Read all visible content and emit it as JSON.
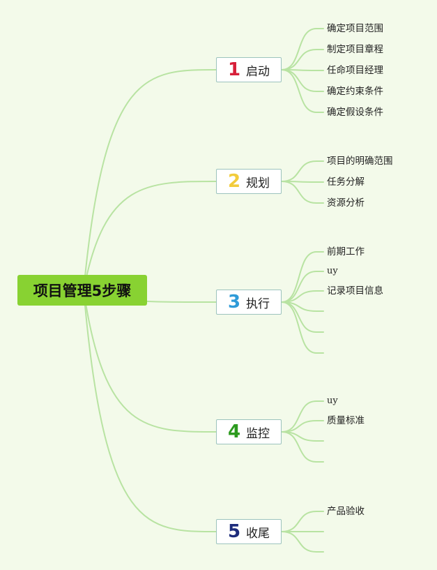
{
  "root": {
    "title": "项目管理5步骤"
  },
  "steps": [
    {
      "num": "1",
      "label": "启动",
      "color": "#d7203a",
      "children": [
        "确定项目范围",
        "制定项目章程",
        "任命项目经理",
        "确定约束条件",
        "确定假设条件"
      ]
    },
    {
      "num": "2",
      "label": "规划",
      "color": "#f2cc3c",
      "children": [
        "项目的明确范围",
        "任务分解",
        "资源分析"
      ]
    },
    {
      "num": "3",
      "label": "执行",
      "color": "#2f9bd8",
      "children": [
        "前期工作",
        "uy",
        "记录项目信息",
        "",
        "",
        ""
      ]
    },
    {
      "num": "4",
      "label": "监控",
      "color": "#2c9a1e",
      "children": [
        "uy",
        "质量标准",
        "",
        ""
      ]
    },
    {
      "num": "5",
      "label": "收尾",
      "color": "#1e2c7c",
      "children": [
        "产品验收",
        "",
        ""
      ]
    }
  ],
  "colors": {
    "background": "#f3faea",
    "root": "#88d232",
    "link": "#b8e3a2",
    "node_border": "#9cc3bd"
  }
}
